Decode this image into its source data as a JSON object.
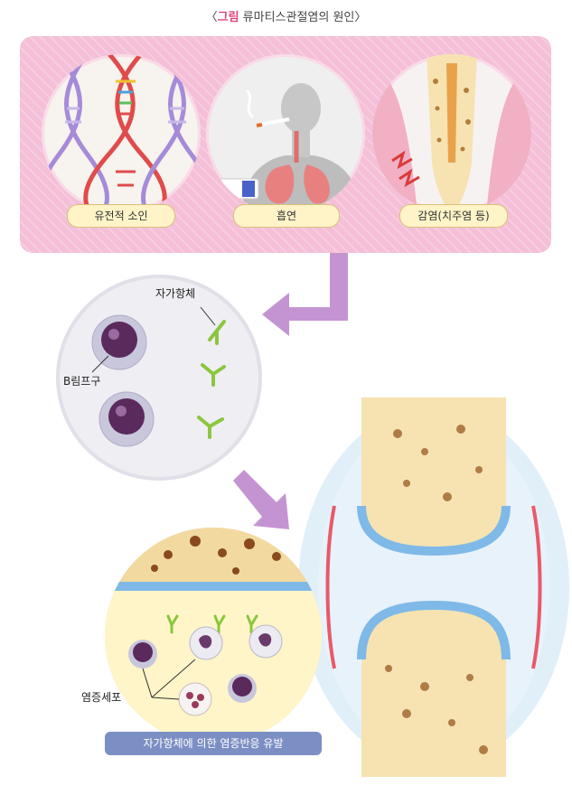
{
  "title": {
    "open": "〈",
    "accent": "그림",
    "rest": " 류마티스관절염의 원인〉"
  },
  "causes": [
    {
      "label": "유전적 소인",
      "icon": "dna-icon"
    },
    {
      "label": "흡연",
      "icon": "lungs-smoking-icon"
    },
    {
      "label": "감염(치주염 등)",
      "icon": "tooth-gum-icon"
    }
  ],
  "cell_labels": {
    "autoantibody": "자가항체",
    "b_lymphocyte": "B림프구",
    "inflammatory_cells": "염증세포"
  },
  "banner": "자가항체에 의한 염증반응 유발",
  "colors": {
    "panel": "#f4bfd7",
    "arrow": "#b57bc6",
    "cartilage_blue": "#7fb9e8",
    "bone": "#f6e3b1",
    "banner": "#7c8fc4"
  }
}
